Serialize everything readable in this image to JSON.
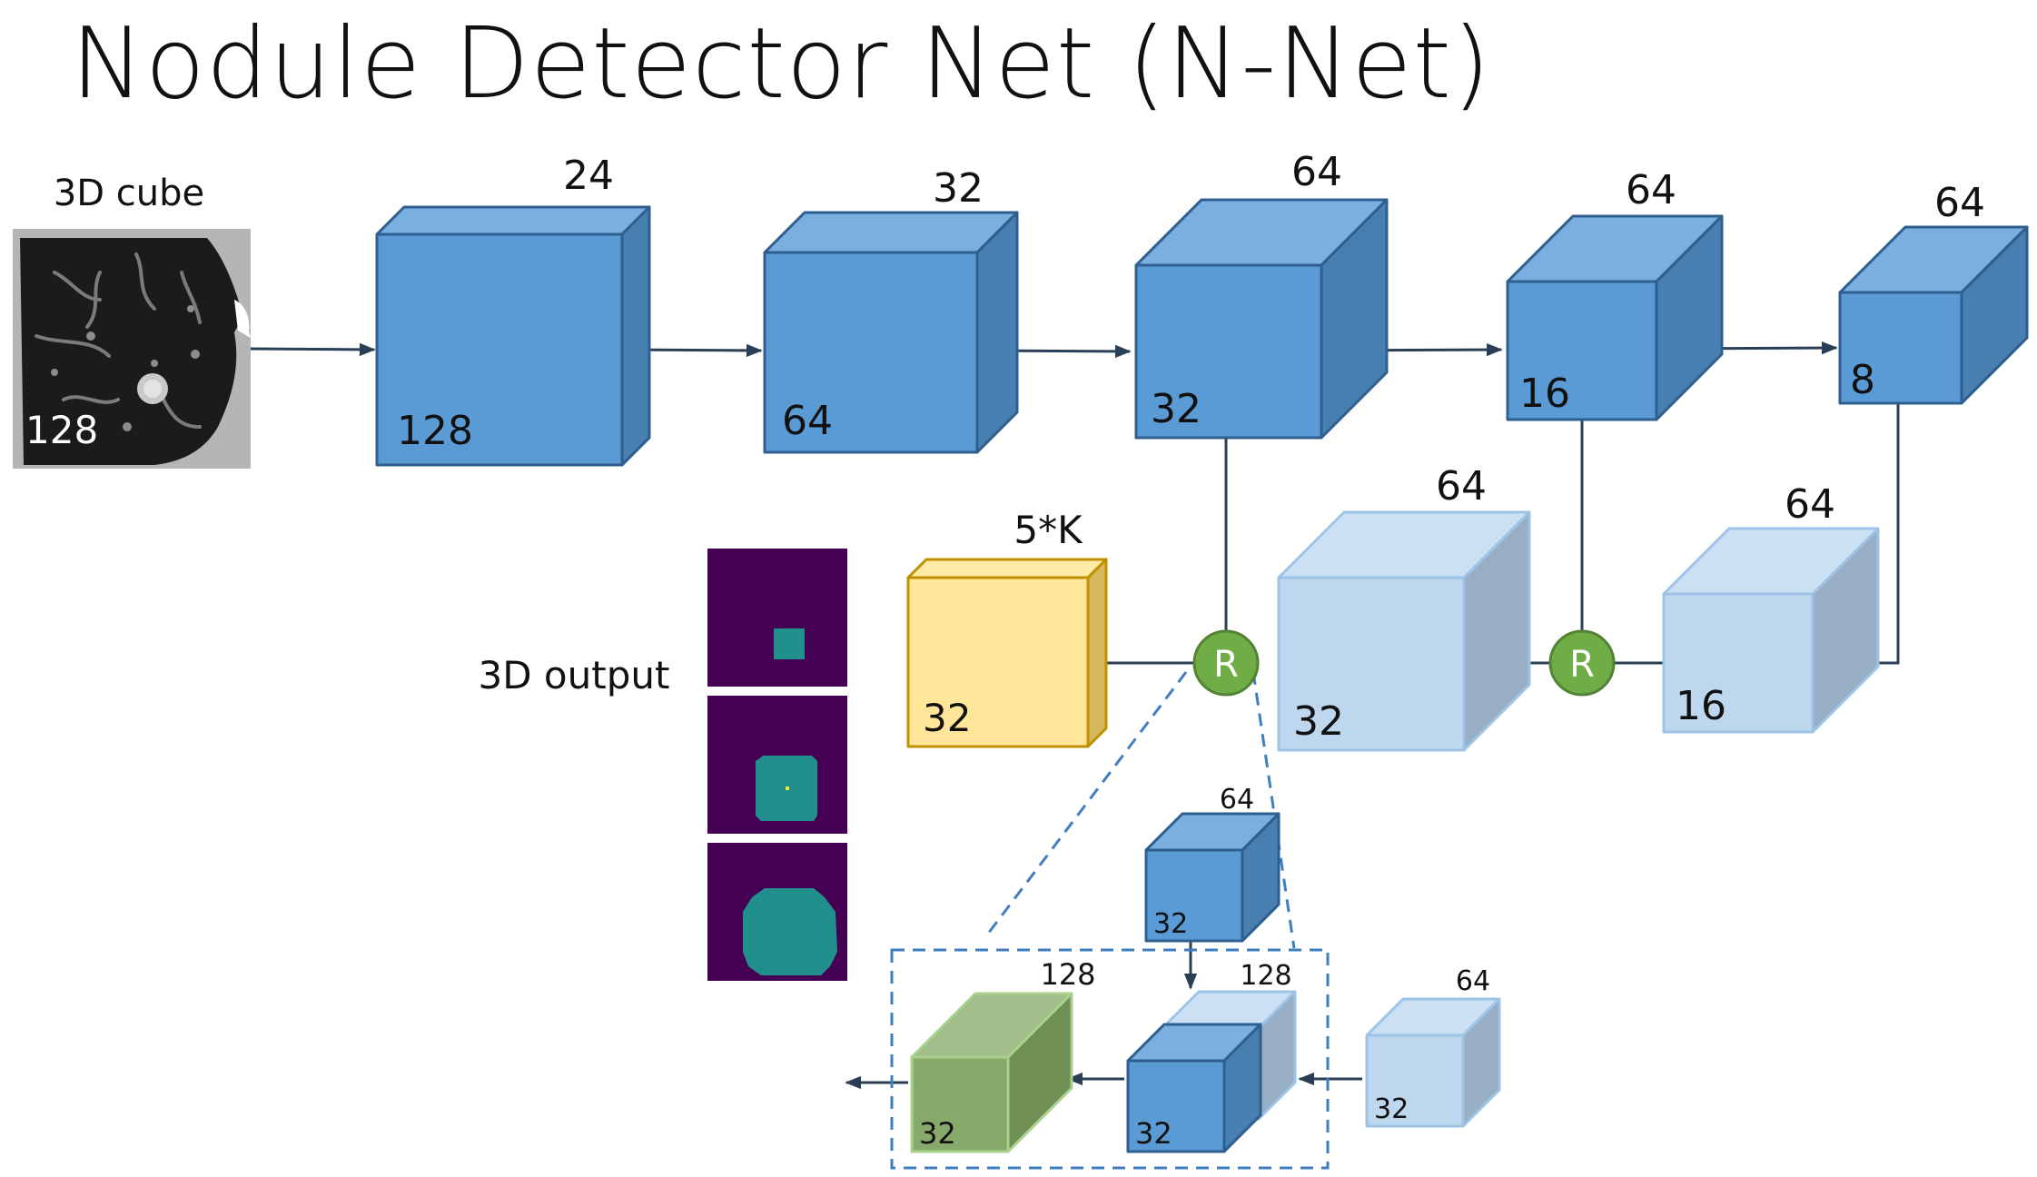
{
  "title": "Nodule Detector Net (N-Net)",
  "input": {
    "label": "3D cube",
    "size": "128"
  },
  "output": {
    "label": "3D output"
  },
  "colors": {
    "encoder_face": "#5b9bd5",
    "encoder_top": "#7aafe0",
    "encoder_side": "#477fb0",
    "encoder_edge": "#2f5f8f",
    "decoder_face": "#bdd7ee",
    "decoder_top": "#cce0f3",
    "decoder_side": "#97aec4",
    "decoder_edge": "#9dc3e6",
    "output_face": "#ffe699",
    "output_top": "#ffeaa8",
    "output_side": "#d6b85c",
    "output_edge": "#bf9000",
    "merge_face": "#87a96b",
    "merge_top": "#a3be8a",
    "merge_side": "#6f8f55",
    "merge_edge": "#a9d18e",
    "residual_node": "#70ad47",
    "arrow": "#2a3f55",
    "dashed": "#3f7fbf",
    "seg_bg": "#440154",
    "seg_fg": "#21908c",
    "seg_center": "#fde725"
  },
  "blocks": [
    {
      "id": "enc1",
      "style": "encoder",
      "top_label": "24",
      "front_label": "128"
    },
    {
      "id": "enc2",
      "style": "encoder",
      "top_label": "32",
      "front_label": "64"
    },
    {
      "id": "enc3",
      "style": "encoder",
      "top_label": "64",
      "front_label": "32"
    },
    {
      "id": "enc4",
      "style": "encoder",
      "top_label": "64",
      "front_label": "16"
    },
    {
      "id": "enc5",
      "style": "encoder",
      "top_label": "64",
      "front_label": "8"
    },
    {
      "id": "dec1",
      "style": "decoder",
      "top_label": "64",
      "front_label": "16"
    },
    {
      "id": "dec2",
      "style": "decoder",
      "top_label": "64",
      "front_label": "32"
    },
    {
      "id": "out",
      "style": "output",
      "top_label": "5*K",
      "front_label": "32"
    },
    {
      "id": "z_top",
      "style": "encoder",
      "top_label": "64",
      "front_label": "32"
    },
    {
      "id": "z_back",
      "style": "decoder",
      "top_label": "128",
      "front_label": ""
    },
    {
      "id": "z_front",
      "style": "encoder",
      "top_label": "",
      "front_label": "32"
    },
    {
      "id": "z_in",
      "style": "decoder",
      "top_label": "64",
      "front_label": "32"
    },
    {
      "id": "z_out",
      "style": "merge",
      "top_label": "128",
      "front_label": "32"
    }
  ],
  "residual_nodes": [
    {
      "id": "r1",
      "label": "R"
    },
    {
      "id": "r2",
      "label": "R"
    }
  ]
}
